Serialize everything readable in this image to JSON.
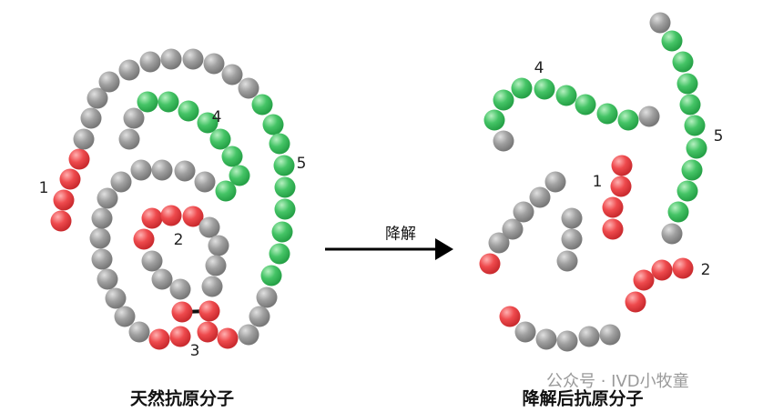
{
  "left": {
    "caption": "天然抗原分子",
    "labels": [
      "1",
      "2",
      "3",
      "4",
      "5"
    ]
  },
  "right": {
    "caption": "降解后抗原分子",
    "labels": [
      "1",
      "2",
      "4",
      "5"
    ]
  },
  "arrow": {
    "label": "降解"
  },
  "watermark": "公众号 · IVD小牧童",
  "colors": {
    "red": "#e8474a",
    "green": "#3fbf63",
    "gray": "#9a9a9a"
  }
}
